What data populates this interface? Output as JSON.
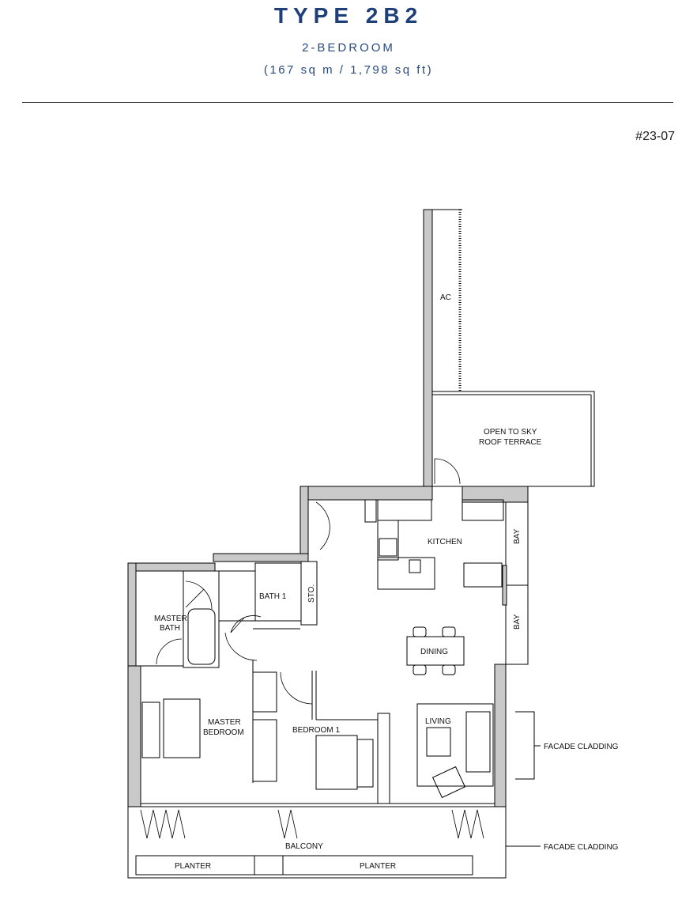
{
  "header": {
    "title": "TYPE 2B2",
    "subtitle": "2-BEDROOM",
    "area": "(167 sq m / 1,798 sq ft)",
    "unit_number": "#23-07"
  },
  "plan": {
    "rooms": {
      "ac": "AC",
      "terrace_line1": "OPEN TO SKY",
      "terrace_line2": "ROOF TERRACE",
      "kitchen": "KITCHEN",
      "bay_upper": "BAY",
      "bay_lower": "BAY",
      "bath1": "BATH 1",
      "store": "STO.",
      "master_bath_line1": "MASTER",
      "master_bath_line2": "BATH",
      "dining": "DINING",
      "master_bedroom_line1": "MASTER",
      "master_bedroom_line2": "BEDROOM",
      "bedroom1": "BEDROOM 1",
      "living": "LIVING",
      "balcony": "BALCONY",
      "planter_left": "PLANTER",
      "planter_right": "PLANTER"
    },
    "annotations": {
      "facade_upper": "FACADE CLADDING",
      "facade_lower": "FACADE CLADDING"
    }
  }
}
